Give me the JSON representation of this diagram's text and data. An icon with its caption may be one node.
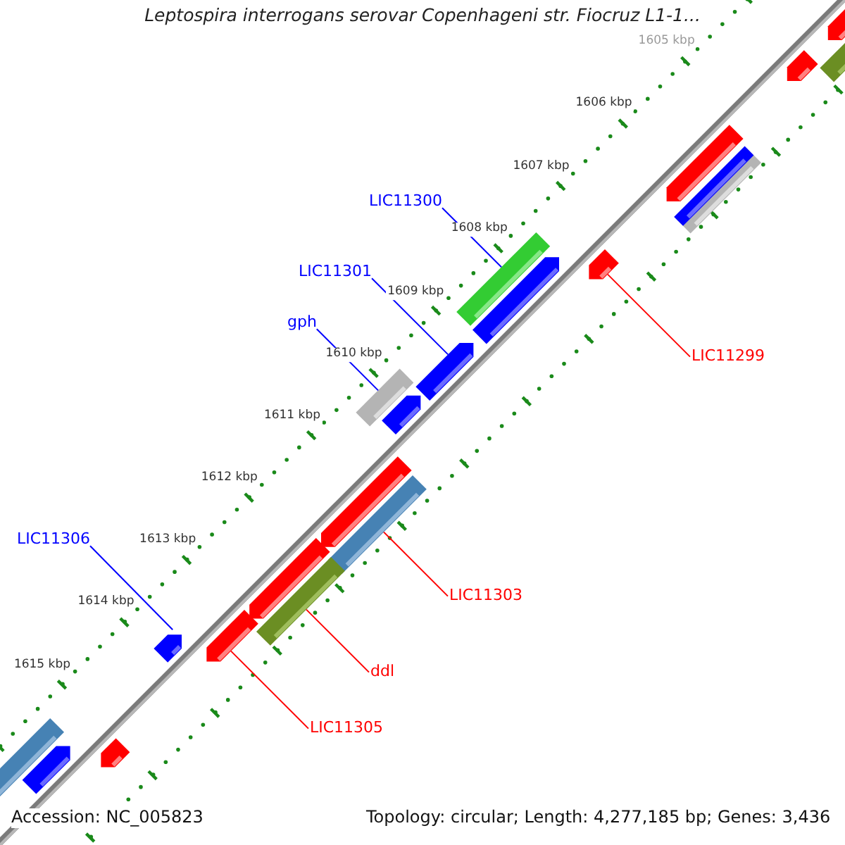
{
  "diagram": {
    "title": "Leptospira interrogans serovar Copenhageni str. Fiocruz L1-1...",
    "nodes": [
      {
        "text": [],
        "shape": "arrow"
      },
      {
        "text": [],
        "shape": "bar"
      },
      {
        "text": [],
        "shape": "arrow"
      },
      {
        "text": [],
        "shape": "arrow"
      },
      {
        "text": [],
        "shape": "bar"
      },
      {
        "text": [],
        "shape": "bar"
      },
      {
        "text": [
          "LIC11300"
        ]
      },
      {
        "text": [],
        "shape": "bar"
      },
      {
        "text": [],
        "shape": "arrow"
      },
      {
        "text": [],
        "shape": "arrow"
      },
      {
        "text": [
          "LIC11301"
        ]
      },
      {
        "text": [
          "LIC11299"
        ]
      },
      {
        "text": [
          "gph"
        ]
      },
      {
        "text": [],
        "shape": "arrow"
      },
      {
        "text": [],
        "shape": "bar"
      },
      {
        "text": [],
        "shape": "arrow"
      },
      {
        "text": [],
        "shape": "arrow"
      },
      {
        "text": [],
        "shape": "bar"
      },
      {
        "text": [
          "LIC11306"
        ]
      },
      {
        "text": [],
        "shape": "arrow"
      },
      {
        "text": [],
        "shape": "bar"
      },
      {
        "text": [
          "LIC11303"
        ]
      },
      {
        "text": [],
        "shape": "arrow"
      },
      {
        "text": [],
        "shape": "arrow"
      },
      {
        "text": [
          "ddl"
        ]
      },
      {
        "text": [],
        "shape": "bar"
      },
      {
        "text": [
          "LIC11305"
        ]
      },
      {
        "text": [],
        "shape": "arrow"
      },
      {
        "text": [],
        "shape": "arrow"
      }
    ],
    "edges": [
      {
        "from": 6,
        "to": 7,
        "arrow": "none",
        "color": "#0000ff"
      },
      {
        "from": 10,
        "to": 13,
        "arrow": "none",
        "color": "#0000ff"
      },
      {
        "from": 11,
        "to": 9,
        "arrow": "none",
        "color": "#ff0000"
      },
      {
        "from": 12,
        "to": 14,
        "arrow": "none",
        "color": "#0000ff"
      },
      {
        "from": 18,
        "to": 22,
        "arrow": "none",
        "color": "#0000ff"
      },
      {
        "from": 21,
        "to": 17,
        "arrow": "none",
        "color": "#ff0000"
      },
      {
        "from": 24,
        "to": 20,
        "arrow": "none",
        "color": "#ff0000"
      },
      {
        "from": 26,
        "to": 23,
        "arrow": "none",
        "color": "#ff0000"
      }
    ],
    "labels": [
      "1605 kbp",
      "1606 kbp",
      "1607 kbp",
      "1608 kbp",
      "1609 kbp",
      "1610 kbp",
      "1611 kbp",
      "1612 kbp",
      "1613 kbp",
      "1614 kbp",
      "1615 kbp",
      "Accession: NC_005823",
      "Topology: circular; Length: 4,277,185 bp; Genes: 3,436"
    ]
  }
}
